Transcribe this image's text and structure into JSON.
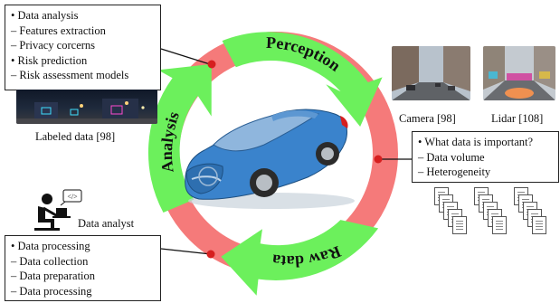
{
  "ring": {
    "perception": "Perception",
    "raw_data": "Raw data",
    "analysis": "Analysis",
    "colors": {
      "arrow": "#6cf05c",
      "arc": "#f57a7a",
      "dot": "#d61f1f"
    }
  },
  "top_left_box": {
    "items": [
      "• Data analysis",
      "– Features extraction",
      "– Privacy corcerns",
      "• Risk prediction",
      "– Risk assessment models"
    ]
  },
  "right_box": {
    "items": [
      "• What data is important?",
      "– Data volume",
      "– Heterogeneity"
    ]
  },
  "bottom_left_box": {
    "items": [
      "• Data processing",
      "– Data collection",
      "– Data preparation",
      "– Data processing"
    ]
  },
  "captions": {
    "labeled": "Labeled data [98]",
    "camera": "Camera [98]",
    "lidar": "Lidar [108]",
    "analyst": "Data analyst",
    "code_bubble": "</>"
  }
}
